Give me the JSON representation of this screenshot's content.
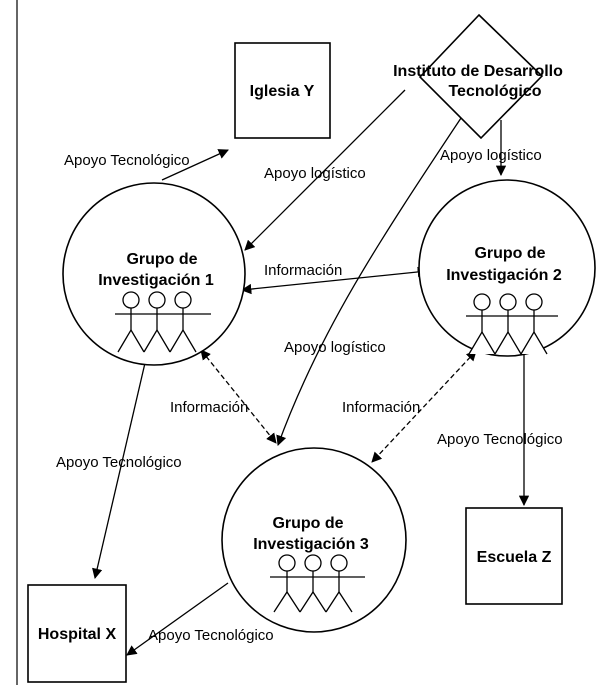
{
  "nodes": {
    "iglesia": {
      "label": "Iglesia Y"
    },
    "instituto": {
      "line1": "Instituto de Desarrollo",
      "line2": "Tecnológico"
    },
    "grupo1": {
      "line1": "Grupo de",
      "line2": "Investigación 1"
    },
    "grupo2": {
      "line1": "Grupo de",
      "line2": "Investigación 2"
    },
    "grupo3": {
      "line1": "Grupo de",
      "line2": "Investigación 3"
    },
    "hospital": {
      "label": "Hospital X"
    },
    "escuela": {
      "label": "Escuela Z"
    }
  },
  "edges": {
    "g1_iglesia": "Apoyo Tecnológico",
    "inst_g1": "Apoyo logístico",
    "inst_g2": "Apoyo logístico",
    "g1_g2": "Información",
    "inst_g3": "Apoyo logístico",
    "g1_g3": "Información",
    "g2_g3": "Información",
    "g2_escuela": "Apoyo Tecnológico",
    "g1_hospital": "Apoyo Tecnológico",
    "g3_hospital": "Apoyo Tecnológico"
  }
}
